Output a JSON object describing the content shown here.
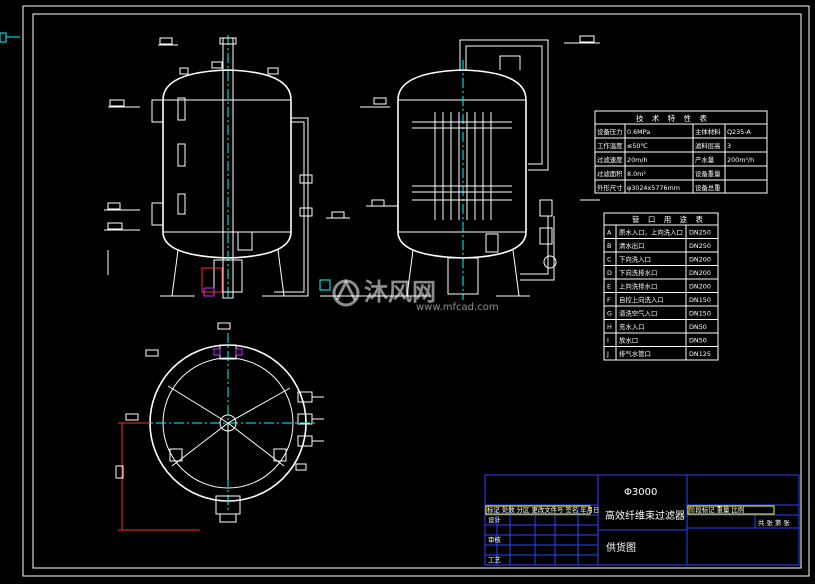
{
  "tech_table": {
    "title": "技 术 特 性 表",
    "rows": [
      [
        "设备压力",
        "0.6MPa",
        "主体材料",
        "Q235-A"
      ],
      [
        "工作温度",
        "≤50℃",
        "滤料层高",
        "3"
      ],
      [
        "过滤速度",
        "20m/h",
        "产水量",
        "200m³/h"
      ],
      [
        "过滤面积",
        "8.0m²",
        "设备重量",
        ""
      ],
      [
        "外形尺寸",
        "φ3024x5776mm",
        "设备总重",
        ""
      ]
    ]
  },
  "nozzle_table": {
    "title": "管 口 用 途 表",
    "rows": [
      [
        "A",
        "原水入口，上向洗入口",
        "DN250"
      ],
      [
        "B",
        "清水出口",
        "DN250"
      ],
      [
        "C",
        "下向洗入口",
        "DN200"
      ],
      [
        "D",
        "下向洗排水口",
        "DN200"
      ],
      [
        "E",
        "上向洗排水口",
        "DN200"
      ],
      [
        "F",
        "自控上向洗入口",
        "DN150"
      ],
      [
        "G",
        "清洗空气入口",
        "DN150"
      ],
      [
        "H",
        "充水入口",
        "DN50"
      ],
      [
        "I",
        "放水口",
        "DN50"
      ],
      [
        "J",
        "排气水管口",
        "DN125"
      ]
    ]
  },
  "title_block": {
    "diameter": "Φ3000",
    "name": "高效纤维束过滤器",
    "drawing_type": "供货图",
    "left_header": "标记 处数 分区 更改文件号 签名 年月日",
    "left_rows": [
      "设计",
      "审核",
      "工艺"
    ],
    "middle_header": "阶段标记 重量 比例",
    "sheet_text": "共 张 第 张"
  },
  "watermark": {
    "brand": "沐风网",
    "url": "www.mfcad.com"
  }
}
